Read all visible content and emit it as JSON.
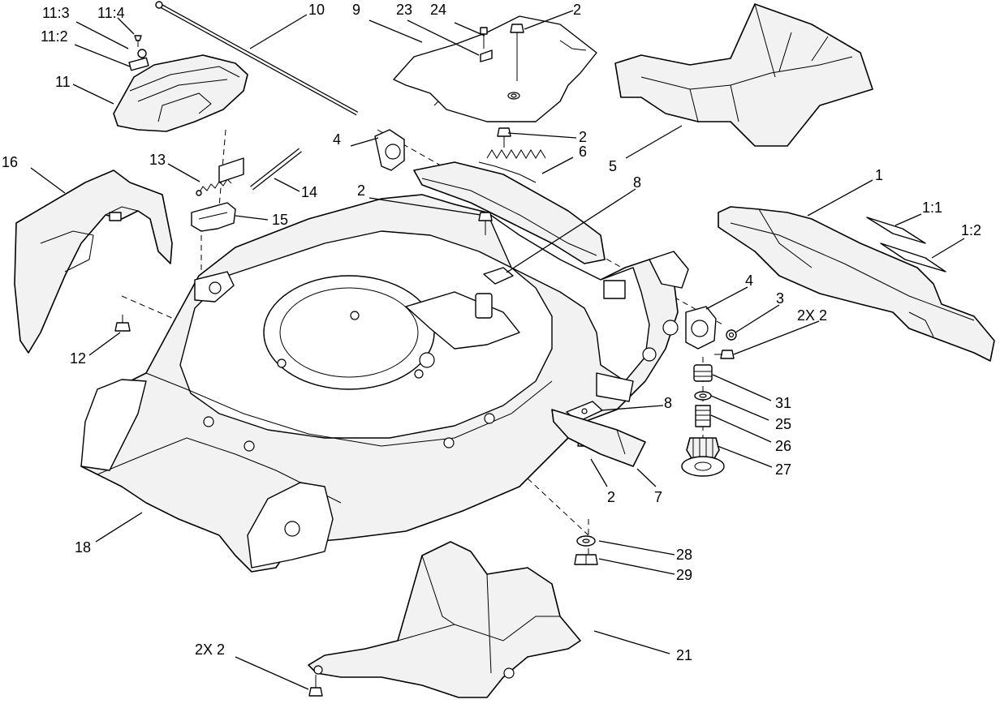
{
  "callouts": {
    "c11_3": "11:3",
    "c11_4": "11:4",
    "c11_2": "11:2",
    "c11": "11",
    "c10": "10",
    "c9": "9",
    "c23": "23",
    "c24": "24",
    "c2_top": "2",
    "c16": "16",
    "c13": "13",
    "c14": "14",
    "c15": "15",
    "c4_left": "4",
    "c2_mid": "2",
    "c6": "6",
    "c5": "5",
    "c1": "1",
    "c1_1": "1:1",
    "c1_2": "1:2",
    "c2_left": "2",
    "c8_top": "8",
    "c4_right": "4",
    "c3": "3",
    "c2x2_right": "2X 2",
    "c12": "12",
    "c31": "31",
    "c8_bottom": "8",
    "c25": "25",
    "c26": "26",
    "c27": "27",
    "c2_bottom": "2",
    "c7": "7",
    "c18": "18",
    "c28": "28",
    "c29": "29",
    "c2x2_bottom": "2X 2",
    "c21": "21"
  }
}
